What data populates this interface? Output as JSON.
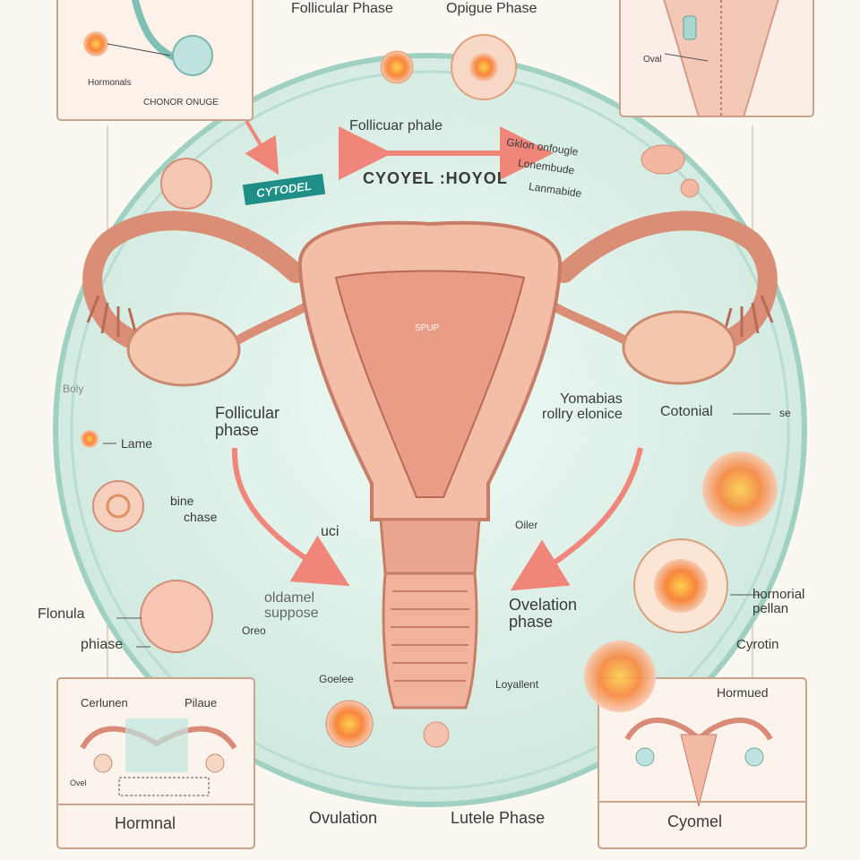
{
  "labels": {
    "top_follicular": "Follicular Phase",
    "top_opique": "Opigue Phase",
    "top_oval_sub": "Oval",
    "hormonal_small": "Hormonals",
    "chonor_onuge": "CHONOR ONUGE",
    "follicuar_phale": "Follicuar phale",
    "cyotyel_hoyol": "CYOYEL :HOYOL",
    "cytodel_tag": "CYTODEL",
    "right_note_1": "Gklon onfougle",
    "right_note_2": "Lonembude",
    "right_note_3": "Lanmabide",
    "spup": "SPUP",
    "boly": "Boly",
    "lame": "Lame",
    "bine": "bine",
    "chase": "chase",
    "follicular_phase_mid": "Follicular\nphase",
    "uci": "uci",
    "oldamel": "oldamel\nsuppose",
    "oreo": "Oreo",
    "flonula": "Flonula",
    "phiase": "phiase",
    "yomabias": "Yomabias\nrollry elonice",
    "cotonial": "Cotonial",
    "se": "se",
    "oiler": "Oiler",
    "ovelation": "Ovelation\nphase",
    "hornorial": "hornorial\npellan",
    "cyrotin": "Cyrotin",
    "goelee": "Goelee",
    "loyallent": "Loyallent",
    "ovulation": "Ovulation",
    "lutele": "Lutele Phase",
    "hormued": "Hormued",
    "cyomel": "Cyomel",
    "cerlunen": "Cerlunen",
    "pilaue": "Pilaue",
    "hormnal": "Hormnal",
    "ovel_tiny": "Ovel"
  },
  "colors": {
    "circle_fill": "#dff1e8",
    "circle_ring": "#a9d6c8",
    "uterus": "#f1b8a0",
    "uterus_dark": "#c77d68",
    "arrow": "#f0867a",
    "follicle": "#f4a35c"
  }
}
